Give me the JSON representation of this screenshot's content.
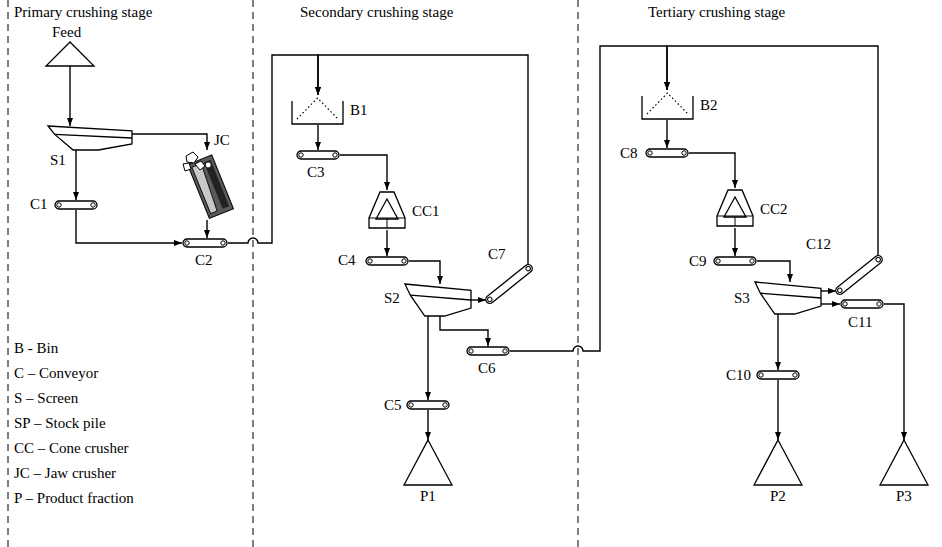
{
  "diagram": {
    "nodes": [
      {
        "text": [
          "Feed"
        ]
      },
      {
        "text": [
          "S1"
        ]
      },
      {
        "text": [
          "JC"
        ]
      },
      {
        "text": [
          "C1"
        ]
      },
      {
        "text": [
          "C2"
        ]
      },
      {
        "text": [
          "B1"
        ]
      },
      {
        "text": [
          "C3"
        ]
      },
      {
        "text": [
          "CC1"
        ]
      },
      {
        "text": [
          "C4"
        ]
      },
      {
        "text": [
          "S2"
        ]
      },
      {
        "text": [
          "C7"
        ]
      },
      {
        "text": [
          "C6"
        ]
      },
      {
        "text": [
          "C5"
        ]
      },
      {
        "text": [
          "P1"
        ]
      },
      {
        "text": [
          "B2"
        ]
      },
      {
        "text": [
          "C8"
        ]
      },
      {
        "text": [
          "CC2"
        ]
      },
      {
        "text": [
          "C9"
        ]
      },
      {
        "text": [
          "S3"
        ]
      },
      {
        "text": [
          "C12"
        ]
      },
      {
        "text": [
          "C11"
        ]
      },
      {
        "text": [
          "C10"
        ]
      },
      {
        "text": [
          "P2"
        ]
      },
      {
        "text": [
          "P3"
        ]
      }
    ],
    "edges": [
      {
        "from": 0,
        "to": 1,
        "arrow": "to"
      },
      {
        "from": 1,
        "to": 2,
        "arrow": "to"
      },
      {
        "from": 1,
        "to": 3,
        "arrow": "to"
      },
      {
        "from": 2,
        "to": 4,
        "arrow": "to"
      },
      {
        "from": 3,
        "to": 4,
        "arrow": "to"
      },
      {
        "from": 4,
        "to": 5,
        "arrow": "to"
      },
      {
        "from": 5,
        "to": 6,
        "arrow": "to"
      },
      {
        "from": 6,
        "to": 7,
        "arrow": "to"
      },
      {
        "from": 7,
        "to": 8,
        "arrow": "to"
      },
      {
        "from": 8,
        "to": 9,
        "arrow": "to"
      },
      {
        "from": 9,
        "to": 10,
        "arrow": "to"
      },
      {
        "from": 10,
        "to": 5,
        "arrow": "to"
      },
      {
        "from": 9,
        "to": 11,
        "arrow": "to"
      },
      {
        "from": 9,
        "to": 12,
        "arrow": "to"
      },
      {
        "from": 12,
        "to": 13,
        "arrow": "to"
      },
      {
        "from": 11,
        "to": 14,
        "arrow": "to"
      },
      {
        "from": 14,
        "to": 15,
        "arrow": "to"
      },
      {
        "from": 15,
        "to": 16,
        "arrow": "to"
      },
      {
        "from": 16,
        "to": 17,
        "arrow": "to"
      },
      {
        "from": 17,
        "to": 18,
        "arrow": "to"
      },
      {
        "from": 18,
        "to": 19,
        "arrow": "to"
      },
      {
        "from": 19,
        "to": 14,
        "arrow": "to"
      },
      {
        "from": 18,
        "to": 20,
        "arrow": "to"
      },
      {
        "from": 18,
        "to": 21,
        "arrow": "to"
      },
      {
        "from": 21,
        "to": 22,
        "arrow": "to"
      },
      {
        "from": 20,
        "to": 23,
        "arrow": "to"
      }
    ],
    "labels": [
      "Primary crushing stage",
      "Secondary crushing stage",
      "Tertiary crushing stage"
    ],
    "legend": [
      {
        "text": "B - Bin"
      },
      {
        "text": "C – Conveyor"
      },
      {
        "text": "S – Screen"
      },
      {
        "text": "SP – Stock pile"
      },
      {
        "text": "CC – Cone crusher"
      },
      {
        "text": "JC – Jaw crusher"
      },
      {
        "text": "P – Product fraction"
      }
    ]
  }
}
